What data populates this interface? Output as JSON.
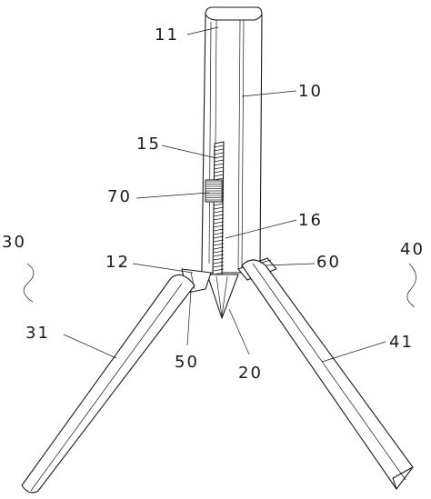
{
  "labels": {
    "l11": "11",
    "l10": "10",
    "l15": "15",
    "l70": "70",
    "l16": "16",
    "l12": "12",
    "l60": "60",
    "l30": "30",
    "l40": "40",
    "l31": "31",
    "l41": "41",
    "l50": "50",
    "l20": "20"
  }
}
